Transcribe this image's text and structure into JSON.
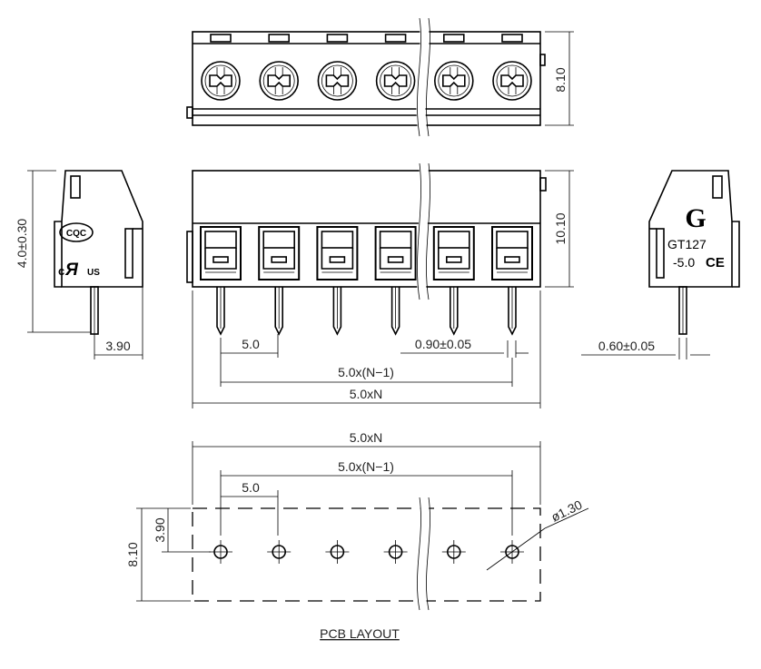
{
  "drawing": {
    "dimensions": {
      "top_height": "8.10",
      "front_height": "10.10",
      "side_height": "4.0±0.30",
      "side_pin_offset": "3.90",
      "pitch": "5.0",
      "pitch_total": "5.0x(N−1)",
      "overall_length": "5.0xN",
      "pin_width": "0.90±0.05",
      "pin_thickness": "0.60±0.05",
      "pcb_pitch": "5.0",
      "pcb_pitch_total": "5.0x(N−1)",
      "pcb_overall": "5.0xN",
      "pcb_width": "8.10",
      "pcb_hole_offset": "3.90",
      "hole_diameter": "ø1.30"
    },
    "marks": {
      "cqc": "CQC",
      "ul_prefix": "c",
      "ul_suffix": "US",
      "brand_logo": "G",
      "model_line1": "GT127",
      "model_line2": "-5.0",
      "ce_mark": "CE"
    },
    "caption": "PCB LAYOUT",
    "pole_count_shown": 6
  }
}
